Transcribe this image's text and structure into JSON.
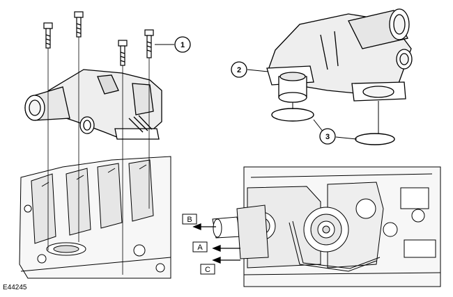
{
  "figure_id": "E44245",
  "callouts": {
    "c1": "1",
    "c2": "2",
    "c3": "3"
  },
  "view_labels": {
    "A": "A",
    "B": "B",
    "C": "C"
  }
}
